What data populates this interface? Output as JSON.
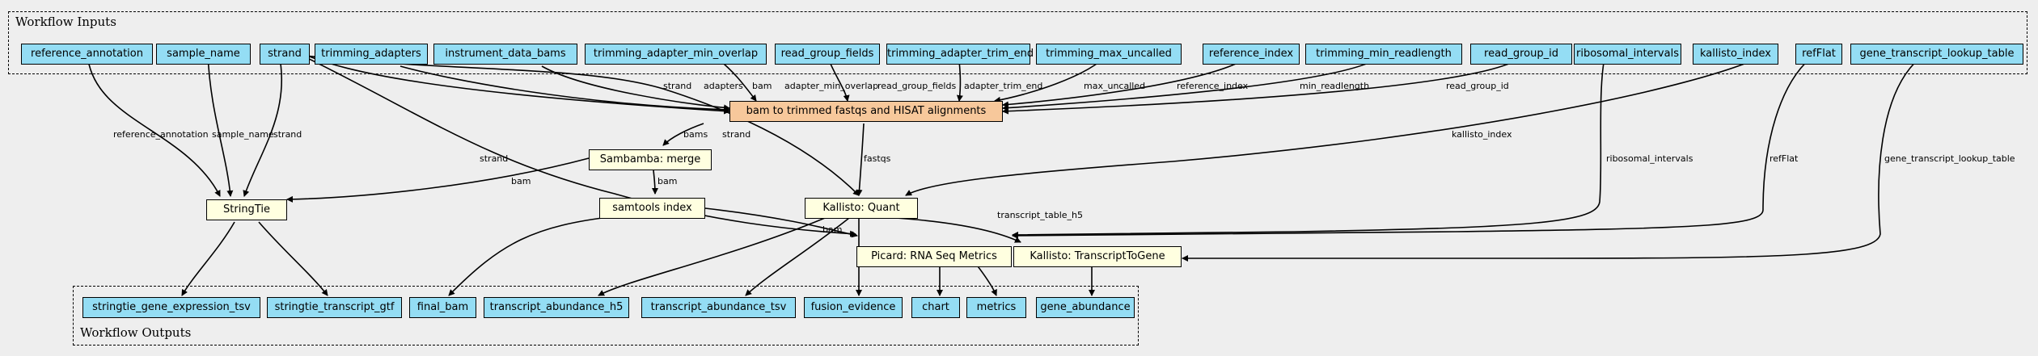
{
  "clusters": {
    "inputs_title": "Workflow Inputs",
    "outputs_title": "Workflow Outputs"
  },
  "inputs": [
    "reference_annotation",
    "sample_name",
    "strand",
    "trimming_adapters",
    "instrument_data_bams",
    "trimming_adapter_min_overlap",
    "read_group_fields",
    "trimming_adapter_trim_end",
    "trimming_max_uncalled",
    "reference_index",
    "trimming_min_readlength",
    "read_group_id",
    "ribosomal_intervals",
    "kallisto_index",
    "refFlat",
    "gene_transcript_lookup_table"
  ],
  "steps": {
    "bam_to_trimmed": "bam to trimmed fastqs and HISAT alignments",
    "sambamba_merge": "Sambamba: merge",
    "stringtie": "StringTie",
    "samtools_index": "samtools index",
    "kallisto_quant": "Kallisto: Quant",
    "picard": "Picard: RNA Seq Metrics",
    "kallisto_t2g": "Kallisto: TranscriptToGene"
  },
  "outputs": [
    "stringtie_gene_expression_tsv",
    "stringtie_transcript_gtf",
    "final_bam",
    "transcript_abundance_h5",
    "transcript_abundance_tsv",
    "fusion_evidence",
    "chart",
    "metrics",
    "gene_abundance"
  ],
  "edge_labels": {
    "strand_wf": "strand",
    "adapters": "adapters",
    "bam": "bam",
    "adapter_min_overlap": "adapter_min_overlap",
    "read_group_fields": "read_group_fields",
    "adapter_trim_end": "adapter_trim_end",
    "max_uncalled": "max_uncalled",
    "reference_index": "reference_index",
    "min_readlength": "min_readlength",
    "read_group_id": "read_group_id",
    "reference_annotation": "reference_annotation",
    "sample_name": "sample_name",
    "strand_st": "strand",
    "strand_kq": "strand",
    "strand_pic": "strand",
    "bams": "bams",
    "fastqs": "fastqs",
    "bam_merge": "bam",
    "bam_st": "bam",
    "bam_pic": "bam",
    "kallisto_index": "kallisto_index",
    "ribosomal_intervals": "ribosomal_intervals",
    "refFlat": "refFlat",
    "gene_transcript_lookup_table": "gene_transcript_lookup_table",
    "transcript_table_h5": "transcript_table_h5"
  }
}
